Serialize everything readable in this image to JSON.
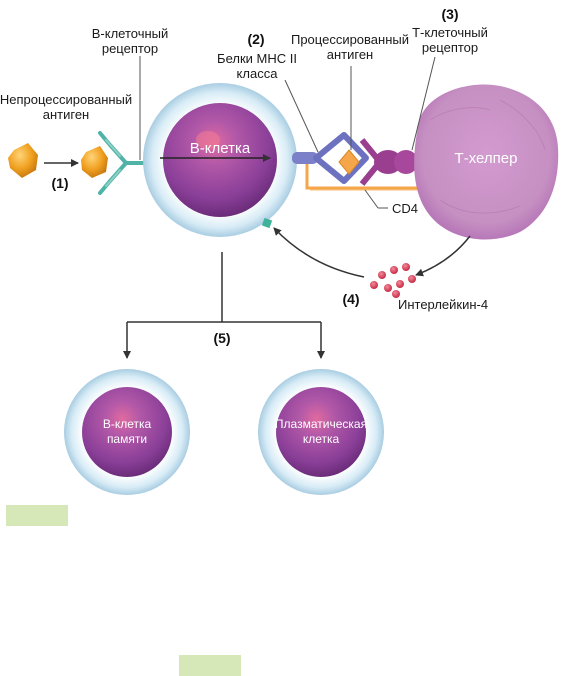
{
  "labels": {
    "unprocessed_antigen_1": "Непроцессированный",
    "unprocessed_antigen_2": "антиген",
    "b_receptor_1": "В-клеточный",
    "b_receptor_2": "рецептор",
    "mhc_1": "Белки МНС II",
    "mhc_2": "класса",
    "processed_antigen_1": "Процессированный",
    "processed_antigen_2": "антиген",
    "t_receptor_1": "Т-клеточный",
    "t_receptor_2": "рецептор",
    "cd4": "CD4",
    "interleukin": "Интерлейкин-4",
    "b_cell": "В-клетка",
    "t_helper": "Т-хелпер",
    "memory_cell_1": "В-клетка",
    "memory_cell_2": "памяти",
    "plasma_cell_1": "Плазматическая",
    "plasma_cell_2": "клетка"
  },
  "steps": {
    "s1": "(1)",
    "s2": "(2)",
    "s3": "(3)",
    "s4": "(4)",
    "s5": "(5)"
  },
  "colors": {
    "antigen": "#f0a020",
    "b_cell_nucleus": "#8a3f98",
    "b_cell_membrane": "#d8ecf6",
    "t_helper": "#c690c2",
    "receptor": "#4fb3a8",
    "mhc": "#8a8fd0",
    "cd4": "#f5a54a",
    "interleukin": "#d9435a",
    "highlight": "#d6e8b8"
  }
}
